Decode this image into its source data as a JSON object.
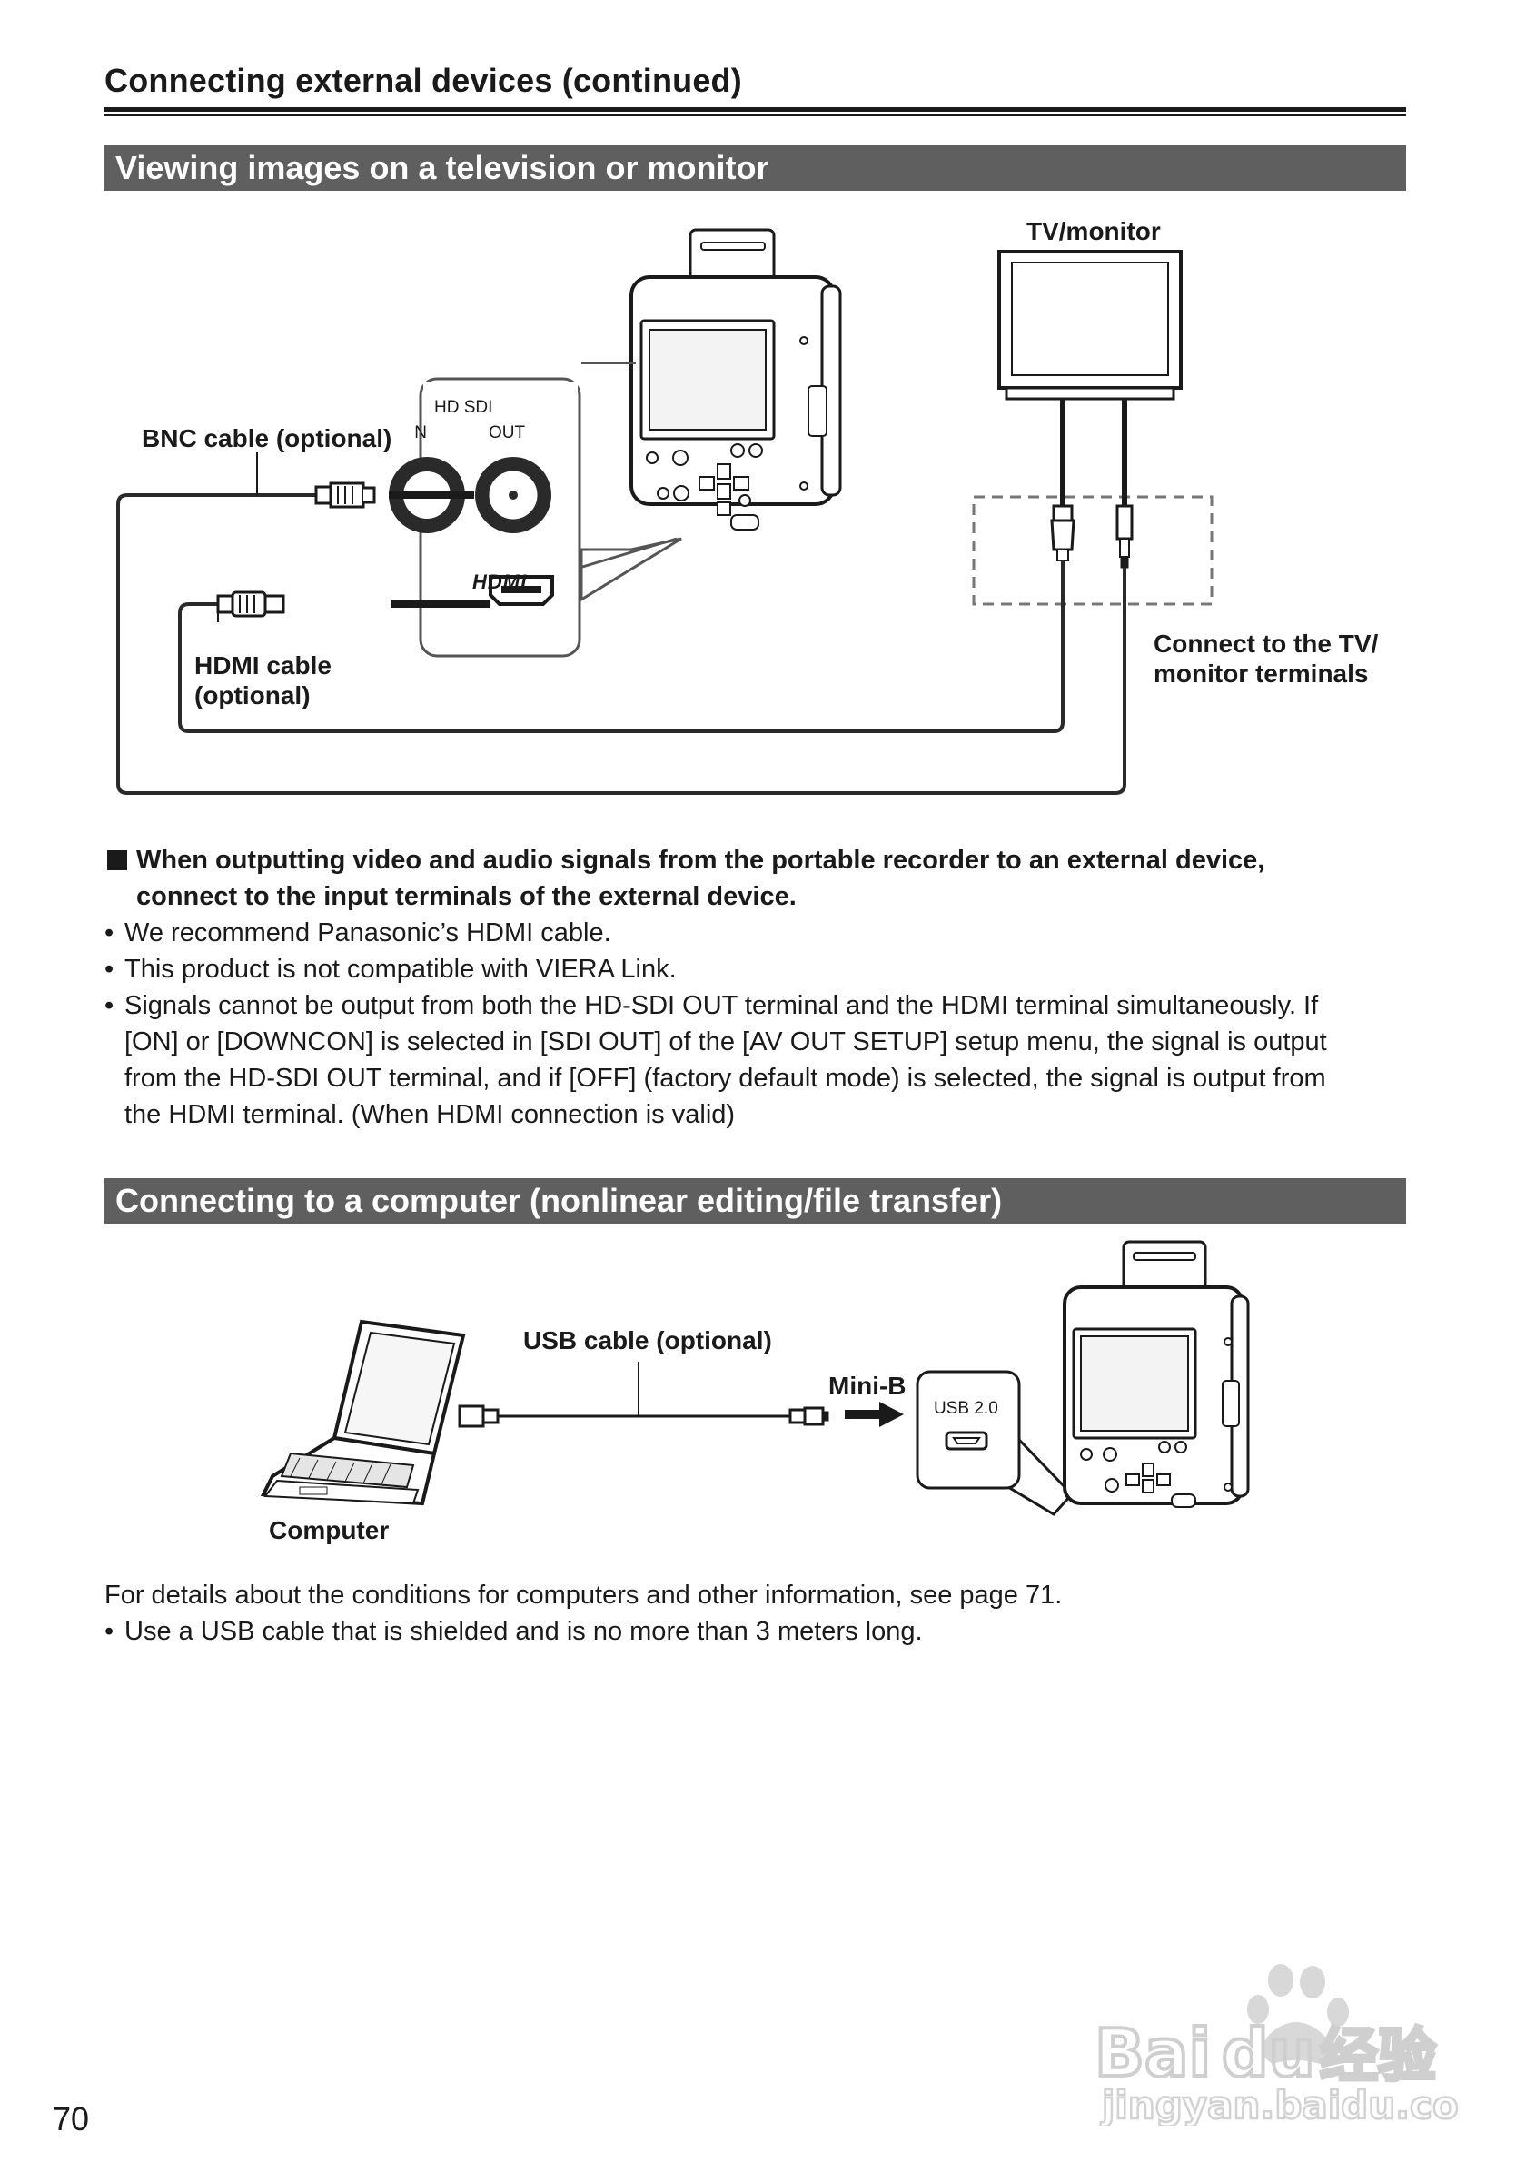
{
  "page": {
    "title": "Connecting external devices (continued)",
    "page_number": "70"
  },
  "section1": {
    "heading": "Viewing images on a television or monitor",
    "diagram": {
      "tv_label": "TV/monitor",
      "bnc_label": "BNC cable (optional)",
      "hd_sdi_label": "HD SDI",
      "in_label": "IN",
      "out_label": "OUT",
      "hdmi_logo": "HDMI",
      "hdmi_cable_label_line1": "HDMI cable",
      "hdmi_cable_label_line2": "(optional)",
      "connect_label_line1": "Connect to the TV/",
      "connect_label_line2": "monitor terminals"
    },
    "note_heading_line1": "When outputting video and audio signals from the portable recorder to an external device,",
    "note_heading_line2": "connect to the input terminals of the external device.",
    "bullets": [
      "We recommend Panasonic’s HDMI cable.",
      "This product is not compatible with VIERA Link."
    ],
    "bullet3_lines": [
      "Signals cannot be output from both the HD-SDI OUT terminal and the HDMI terminal simultaneously. If",
      "[ON] or [DOWNCON] is selected in [SDI OUT] of the [AV OUT SETUP] setup menu, the signal is output",
      "from the HD-SDI OUT terminal, and if [OFF] (factory default mode) is selected, the signal is output from",
      "the HDMI terminal. (When HDMI connection is valid)"
    ]
  },
  "section2": {
    "heading": "Connecting to a computer (nonlinear editing/file transfer)",
    "diagram": {
      "usb_cable_label": "USB cable (optional)",
      "mini_b_label": "Mini-B",
      "usb_port_label": "USB 2.0",
      "computer_label": "Computer"
    },
    "details_text": "For details about the conditions for computers and other information, see page 71.",
    "bullets": [
      "Use a USB cable that is shielded and is no more than 3 meters long."
    ]
  },
  "watermark": {
    "brand": "Baidu经验",
    "url": "jingyan.baidu.com"
  }
}
